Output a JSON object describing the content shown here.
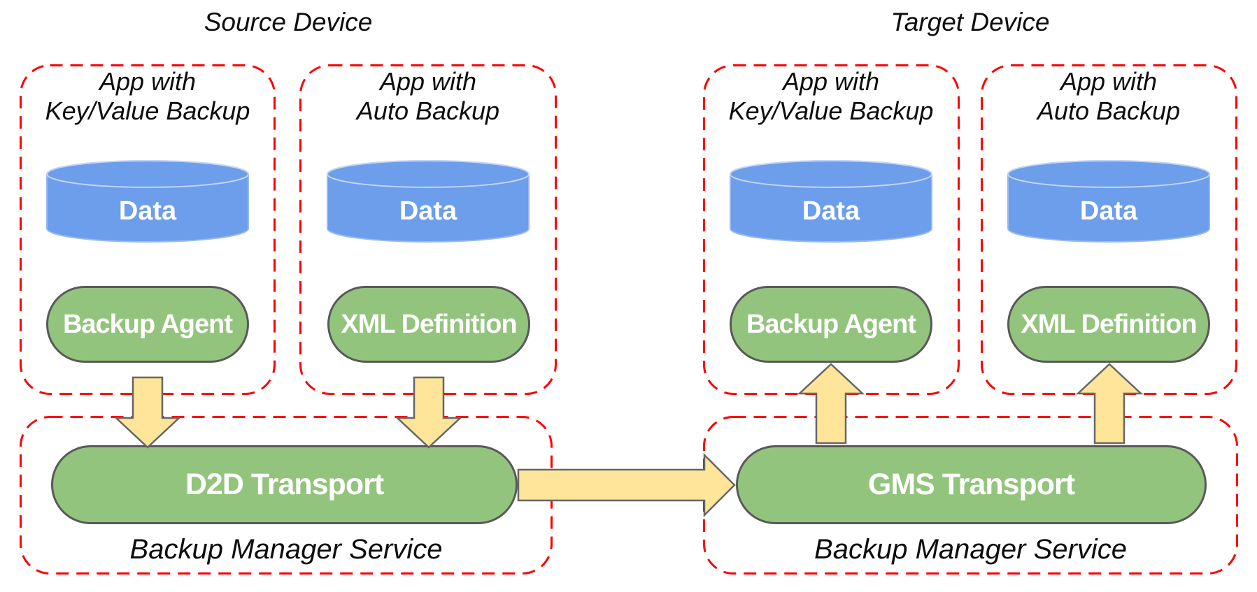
{
  "diagram": {
    "source": {
      "title": "Source Device",
      "apps": [
        {
          "label_line1": "App with",
          "label_line2": "Key/Value Backup",
          "data_label": "Data",
          "component_label": "Backup Agent"
        },
        {
          "label_line1": "App with",
          "label_line2": "Auto Backup",
          "data_label": "Data",
          "component_label": "XML Definition"
        }
      ],
      "transport_label": "D2D Transport",
      "service_label": "Backup Manager Service"
    },
    "target": {
      "title": "Target Device",
      "apps": [
        {
          "label_line1": "App with",
          "label_line2": "Key/Value Backup",
          "data_label": "Data",
          "component_label": "Backup Agent"
        },
        {
          "label_line1": "App with",
          "label_line2": "Auto Backup",
          "data_label": "Data",
          "component_label": "XML Definition"
        }
      ],
      "transport_label": "GMS Transport",
      "service_label": "Backup Manager Service"
    },
    "colors": {
      "box_border_red": "#fe0000",
      "data_cylinder_blue": "#6d9eeb",
      "component_green": "#93c47d",
      "component_stroke": "#595959",
      "arrow_yellow": "#ffe599",
      "arrow_stroke": "#666666",
      "label_text": "#0d0d0d",
      "shape_text": "#ffffff"
    }
  }
}
